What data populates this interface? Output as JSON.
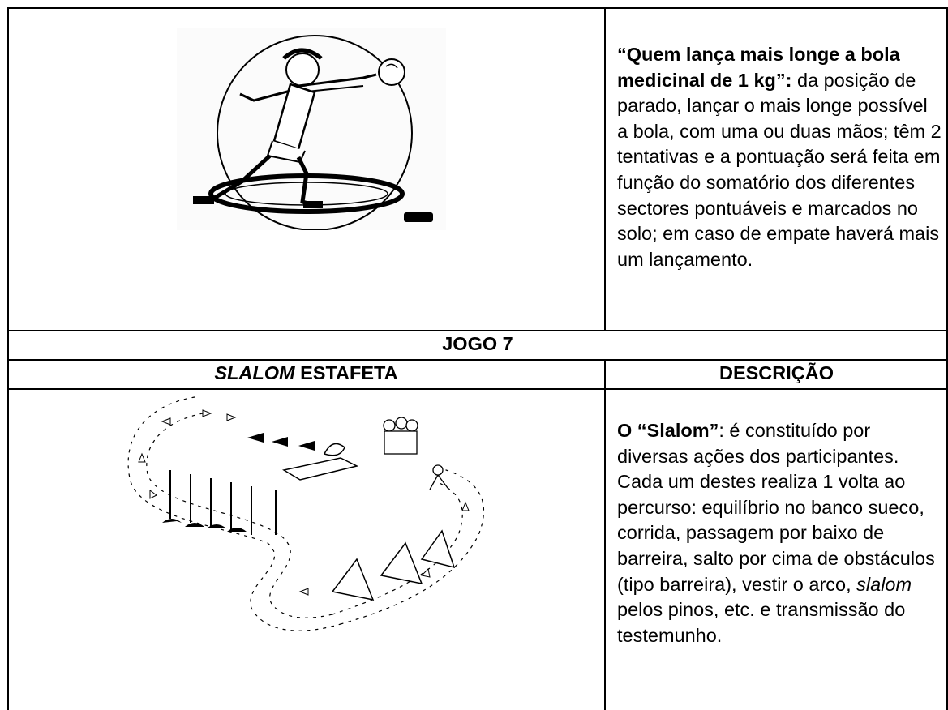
{
  "game6": {
    "title": "“Quem lança mais longe a bola medicinal de 1 kg”:",
    "description": " da posição de parado, lançar o mais longe possível a bola, com uma ou duas mãos; têm 2 tentativas e a pontuação será feita em função do somatório dos diferentes sectores pontuáveis e marcados no solo; em caso de empate haverá mais um lançamento."
  },
  "game7": {
    "heading": "JOGO 7",
    "col_left_italic": "SLALOM",
    "col_left_rest": " ESTAFETA",
    "col_right": "DESCRIÇÃO",
    "desc_title": "O “Slalom”",
    "desc_part1": ": é constituído por diversas ações dos participantes. Cada um destes realiza 1 volta ao percurso: equilíbrio no banco sueco, corrida, passagem por baixo de barreira, salto por cima de obstáculos (tipo barreira), vestir o arco, ",
    "desc_italic": "slalom",
    "desc_part2": " pelos pinos, etc. e transmissão do testemunho."
  }
}
